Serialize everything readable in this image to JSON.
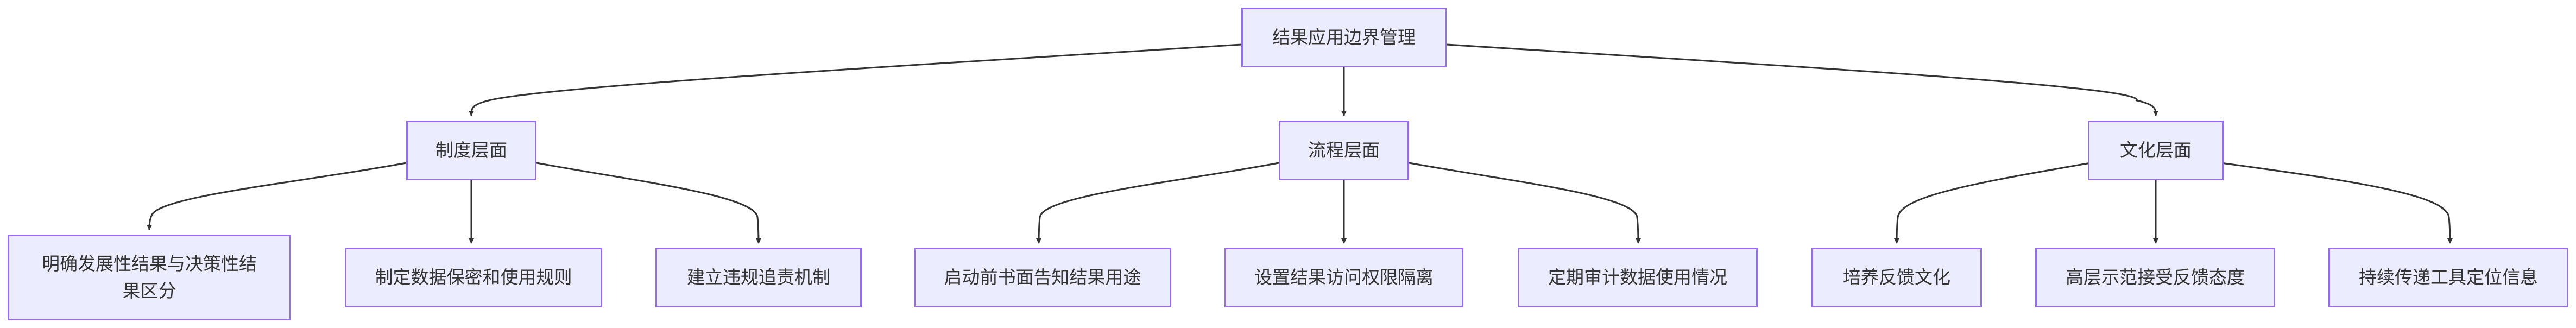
{
  "diagram": {
    "root": {
      "label": "结果应用边界管理"
    },
    "categories": [
      {
        "label": "制度层面"
      },
      {
        "label": "流程层面"
      },
      {
        "label": "文化层面"
      }
    ],
    "items": [
      {
        "label": "明确发展性结果与决策性结果区分"
      },
      {
        "label": "制定数据保密和使用规则"
      },
      {
        "label": "建立违规追责机制"
      },
      {
        "label": "启动前书面告知结果用途"
      },
      {
        "label": "设置结果访问权限隔离"
      },
      {
        "label": "定期审计数据使用情况"
      },
      {
        "label": "培养反馈文化"
      },
      {
        "label": "高层示范接受反馈态度"
      },
      {
        "label": "持续传递工具定位信息"
      }
    ],
    "colors": {
      "node_fill": "#ECECFF",
      "node_border": "#9370DB",
      "edge": "#333333",
      "text": "#333333"
    }
  }
}
